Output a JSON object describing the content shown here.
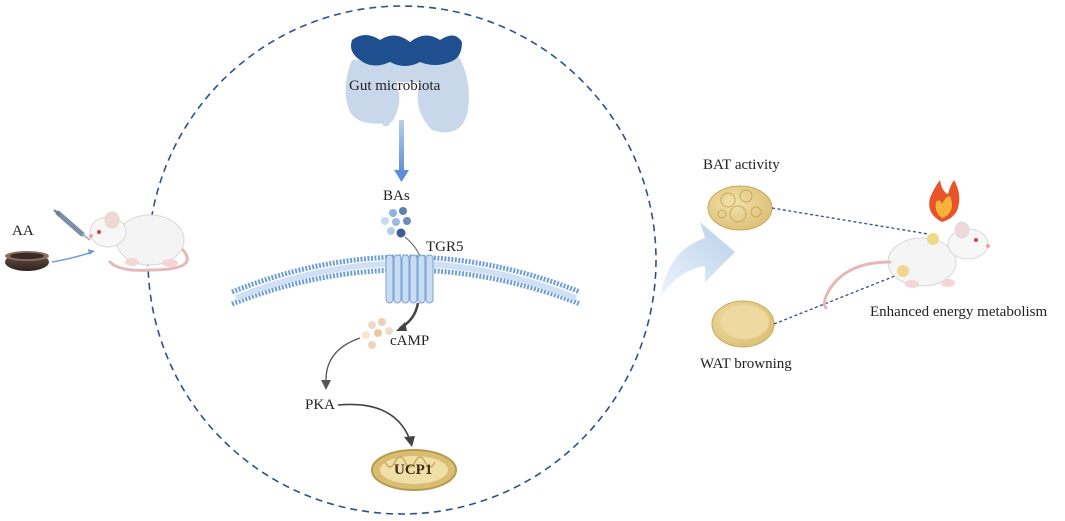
{
  "treatment": {
    "label": "AA"
  },
  "gut": {
    "label": "Gut microbiota"
  },
  "bile_acids": {
    "label": "BAs"
  },
  "receptor": {
    "label": "TGR5"
  },
  "second_messenger": {
    "label": "cAMP"
  },
  "kinase": {
    "label": "PKA"
  },
  "mito": {
    "label": "UCP1"
  },
  "outcomes": {
    "bat": "BAT activity",
    "wat": "WAT browning",
    "result": "Enhanced energy metabolism"
  },
  "colors": {
    "circle_dash": "#2f4f8f",
    "gut_outer": "#c8d8ea",
    "gut_top": "#1f4f8f",
    "membrane": "#6f9fd8",
    "fat": "#e6cf8f",
    "arrow_gray": "#555555"
  }
}
